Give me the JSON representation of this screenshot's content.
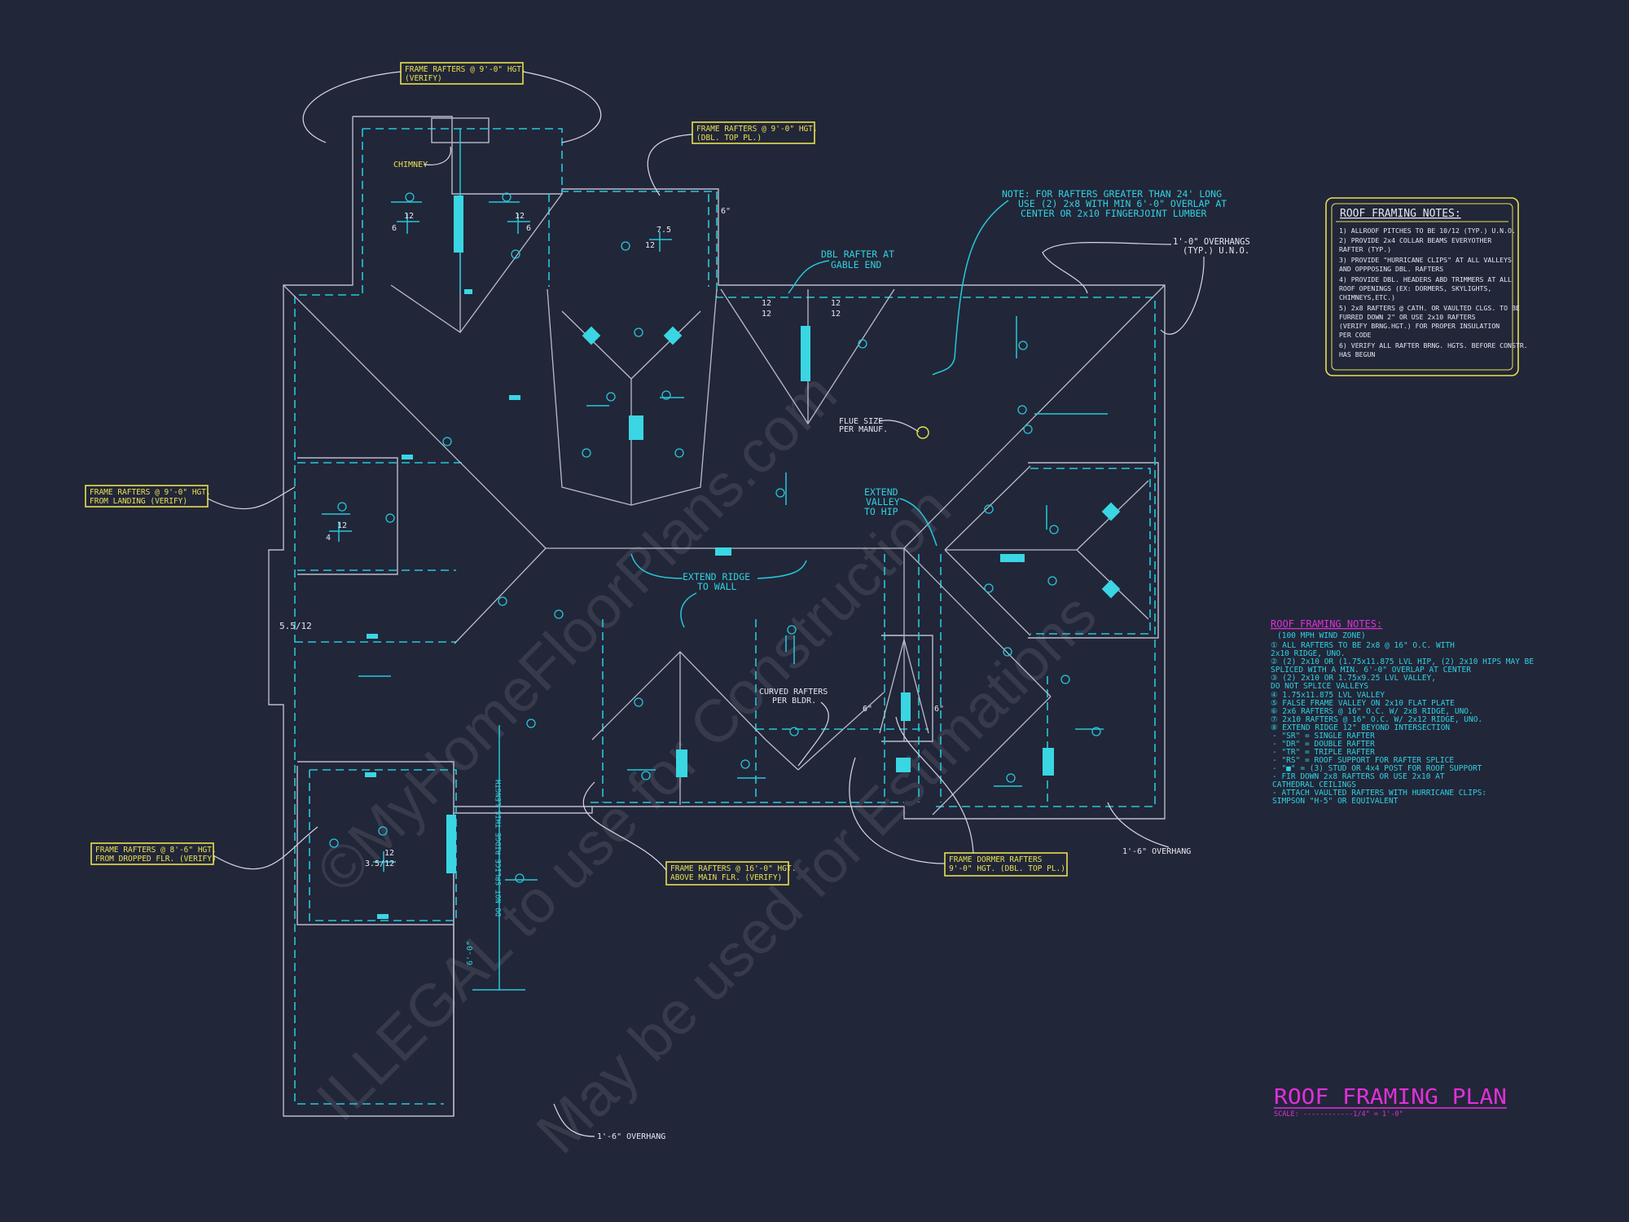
{
  "title": {
    "main": "ROOF FRAMING PLAN",
    "scale": "SCALE: ------------1/4\" = 1'-0\""
  },
  "callouts": {
    "c1": [
      "FRAME RAFTERS @ 9'-0\" HGT.",
      "(VERIFY)"
    ],
    "c2": [
      "FRAME RAFTERS @ 9'-0\" HGT.",
      "(DBL. TOP PL.)"
    ],
    "c3": [
      "FRAME RAFTERS @ 9'-0\" HGT.",
      "FROM LANDING (VERIFY)"
    ],
    "c4": [
      "FRAME RAFTERS @ 8'-6\" HGT.",
      "FROM DROPPED FLR. (VERIFY)"
    ],
    "c5": [
      "FRAME RAFTERS @ 16'-0\" HGT.",
      "ABOVE MAIN FLR. (VERIFY)"
    ],
    "c6": [
      "FRAME DORMER RAFTERS",
      "9'-0\" HGT. (DBL. TOP PL.)"
    ]
  },
  "labels": {
    "chimney": "CHIMNEY",
    "note": [
      "NOTE: FOR RAFTERS GREATER THAN 24' LONG",
      "USE (2) 2x8 WITH MIN 6'-0\" OVERLAP AT",
      "CENTER OR 2x10 FINGERJOINT LUMBER"
    ],
    "overhang_typ": [
      "1'-0\" OVERHANGS",
      "(TYP.) U.N.O."
    ],
    "dbl_rafter": [
      "DBL RAFTER AT",
      "GABLE END"
    ],
    "flue": [
      "FLUE SIZE",
      "PER MANUF."
    ],
    "extend_valley": [
      "EXTEND",
      "VALLEY",
      "TO HIP"
    ],
    "extend_ridge": [
      "EXTEND RIDGE",
      "TO WALL"
    ],
    "curved": [
      "CURVED RAFTERS",
      "PER BLDR."
    ],
    "overhang_right": "1'-6\" OVERHANG",
    "overhang_bottom": "1'-6\" OVERHANG",
    "do_not_splice": "DO NOT SPLICE RIDGE THIS LENGTH",
    "dim_6": "6'-0\"",
    "pitch_3512": "3.5/12"
  },
  "box_notes": {
    "heading": "ROOF FRAMING NOTES:",
    "lines": [
      "1) ALLROOF PITCHES TO BE 10/12 (TYP.) U.N.O.",
      "2) PROVIDE 2x4 COLLAR BEAMS EVERYOTHER",
      "   RAFTER (TYP.)",
      "3) PROVIDE \"HURRICANE CLIPS\" AT ALL VALLEYS",
      "   AND OPPPOSING DBL. RAFTERS",
      "4) PROVIDE DBL. HEADERS ABD TRIMMERS AT ALL",
      "   ROOF OPENINGS (EX: DORMERS, SKYLIGHTS,",
      "   CHIMNEYS,ETC.)",
      "5) 2x8 RAFTERS @ CATH. OR VAULTED CLGS. TO BE",
      "   FURRED DOWN 2\" OR USE 2x10 RAFTERS",
      "   (VERIFY BRNG.HGT.) FOR PROPER INSULATION",
      "   PER CODE",
      "6) VERIFY ALL RAFTER BRNG. HGTS. BEFORE CONSTR.",
      "   HAS BEGUN"
    ]
  },
  "legend": {
    "heading": "ROOF FRAMING NOTES:",
    "lines": [
      "(100 MPH WIND ZONE)",
      "① ALL RAFTERS TO BE 2x8 @ 16\" O.C. WITH",
      "   2x10 RIDGE, UNO.",
      "② (2) 2x10 OR (1.75x11.875 LVL HIP, (2) 2x10 HIPS MAY BE",
      "   SPLICED WITH A MIN. 6'-0\" OVERLAP AT CENTER",
      "③ (2) 2x10 OR 1.75x9.25 LVL VALLEY,",
      "   DO NOT SPLICE VALLEYS",
      "④ 1.75x11.875 LVL VALLEY",
      "⑤ FALSE FRAME VALLEY ON 2x10 FLAT PLATE",
      "⑥ 2x6 RAFTERS @ 16\" O.C. W/ 2x8 RIDGE, UNO.",
      "⑦ 2x10 RAFTERS @ 16\" O.C. W/ 2x12 RIDGE, UNO.",
      "⑧ EXTEND RIDGE 12\" BEYOND INTERSECTION",
      "- \"SR\" = SINGLE RAFTER",
      "- \"DR\" = DOUBLE RAFTER",
      "- \"TR\" = TRIPLE RAFTER",
      "- \"RS\" = ROOF SUPPORT FOR RAFTER SPLICE",
      "- \"■\" = (3) STUD OR 4x4 POST FOR ROOF SUPPORT",
      "- FIR DOWN 2x8 RAFTERS OR USE 2x10 AT",
      "  CATHEDRAL CEILINGS",
      "- ATTACH VAULTED RAFTERS WITH HURRICANE CLIPS:",
      "  SIMPSON \"H-5\" OR EQUIVALENT"
    ]
  },
  "watermark": {
    "line1": "©MyHomeFloorPlans.com",
    "line2": "ILLEGAL to use for Construction",
    "line3": "May be used for Estimations"
  },
  "colors": {
    "background": "#222639",
    "callout": "#e8e050",
    "annotation": "#2fd2e0",
    "title": "#e030d8"
  }
}
